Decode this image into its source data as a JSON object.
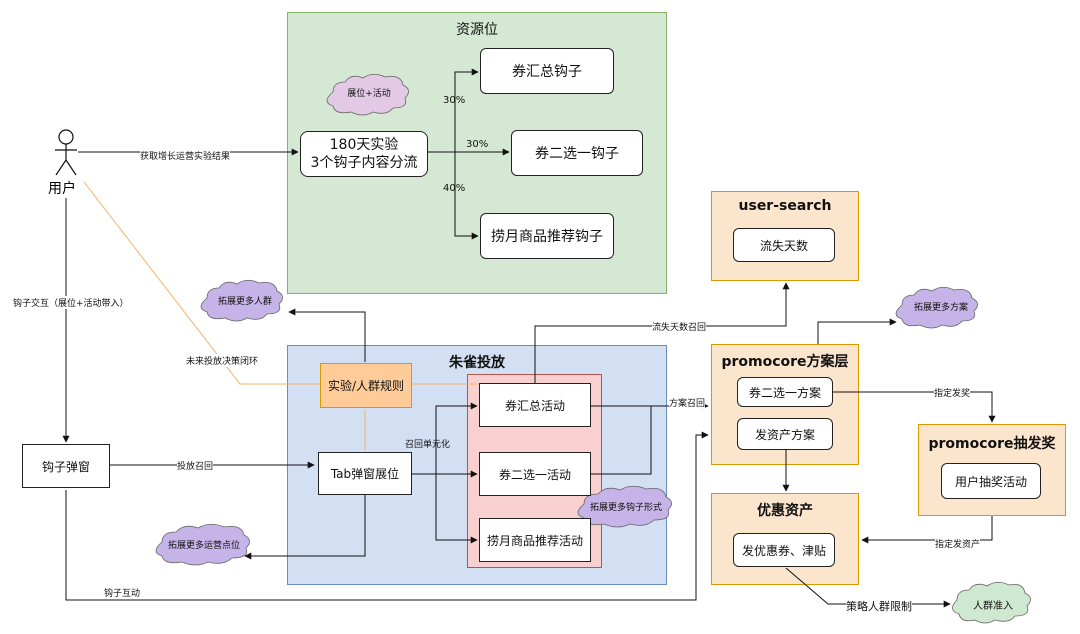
{
  "regions": {
    "resource": "资源位",
    "zhuque": "朱雀投放",
    "user_search": "user-search",
    "promocore_plan": "promocore方案层",
    "promocore_lottery": "promocore抽发奖",
    "coupon_asset": "优惠资产"
  },
  "actor": {
    "label": "用户"
  },
  "boxes": {
    "experiment": "180天实验\n3个钩子内容分流",
    "hook_summary": "券汇总钩子",
    "hook_choose": "券二选一钩子",
    "hook_laoyue": "捞月商品推荐钩子",
    "lost_days": "流失天数",
    "hook_popup": "钩子弹窗",
    "experiment_rule": "实验/人群规则",
    "tab_popup": "Tab弹窗展位",
    "act_summary": "券汇总活动",
    "act_choose": "券二选一活动",
    "act_laoyue": "捞月商品推荐活动",
    "plan_choose": "券二选一方案",
    "plan_issue": "发资产方案",
    "lottery_act": "用户抽奖活动",
    "issue_coupon": "发优惠券、津贴"
  },
  "clouds": {
    "slot_activity": "展位+活动",
    "expand_crowd": "拓展更多人群",
    "expand_slot": "拓展更多运营点位",
    "expand_hook": "拓展更多钩子形式",
    "expand_plan": "拓展更多方案",
    "crowd_access": "人群准入"
  },
  "labels": {
    "get_result": "获取增长运营实验结果",
    "pct1": "30%",
    "pct2": "30%",
    "pct3": "40%",
    "hook_interact_slot": "钩子交互（展位+活动带入）",
    "future_loop": "未来投放决策闭环",
    "recall_deliver": "投放召回",
    "recall_unit": "召回单元化",
    "lost_recall": "流失天数召回",
    "plan_recall": "方案召回",
    "specify_issue": "指定发奖",
    "specify_asset": "指定发资产",
    "strategy_limit": "策略人群限制",
    "hook_interact": "钩子互动"
  },
  "colors": {
    "green_region": "#d5e8d4",
    "blue_region": "#d3dff2",
    "pink_region": "#f9d0d0",
    "peach_region": "#fce5cd",
    "orange_box": "#ffcc99",
    "cloud_purple": "#c6b3e8"
  }
}
